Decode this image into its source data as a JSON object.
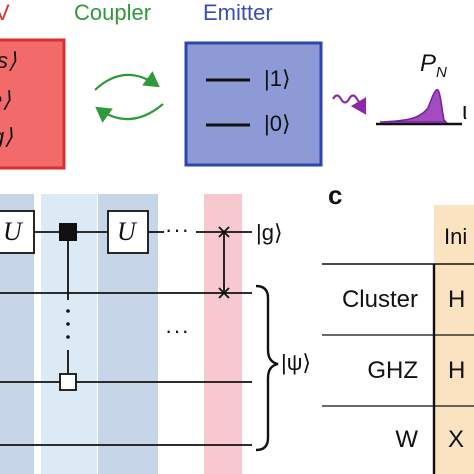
{
  "top": {
    "system_glyph": "V",
    "coupler_label": "Coupler",
    "emitter_label": "Emitter",
    "system_states": [
      "s⟩",
      "e⟩",
      "g⟩"
    ],
    "emitter_states": [
      "|1⟩",
      "|0⟩"
    ],
    "pn_label": "P",
    "pn_sub": "N",
    "edge_glyph": "ι"
  },
  "circuit": {
    "gate_u": "U",
    "dots": "···",
    "g_label": "|g⟩",
    "psi_label": "|ψ⟩"
  },
  "table": {
    "panel_label": "c",
    "header_fragment": "Ini",
    "rows": [
      {
        "label": "Cluster",
        "value": "H"
      },
      {
        "label": "GHZ",
        "value": "H"
      },
      {
        "label": "W",
        "value": "X"
      }
    ]
  },
  "colors": {
    "system_fill": "#f26a6a",
    "system_border": "#d93030",
    "coupler": "#2f9a3a",
    "emitter_fill": "#8d9ad6",
    "emitter_border": "#2f44a8",
    "emitter_text": "#3b4fb0",
    "photon": "#8a2aa8",
    "column_dark": "#c6d6e8",
    "column_light": "#dceaf6",
    "swap_band": "#f7c9cf",
    "table_fill": "#fbe3c1"
  }
}
